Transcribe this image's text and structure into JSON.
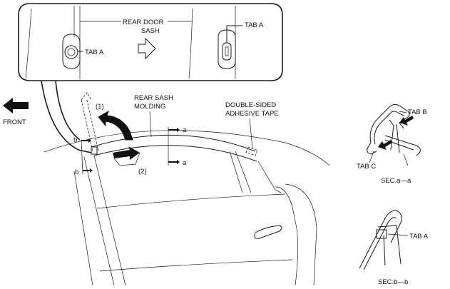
{
  "callout": {
    "rear_door_sash": [
      "REAR DOOR",
      "SASH"
    ],
    "tab_a_left": "TAB A",
    "tab_a_right": "TAB A"
  },
  "main": {
    "front": "FRONT",
    "rear_sash_molding": [
      "REAR SASH",
      "MOLDING"
    ],
    "double_sided_tape": [
      "DOUBLE-SIDED",
      "ADHESIVE TAPE"
    ],
    "step_1": "(1)",
    "step_2": "(2)",
    "section_a_top": "a",
    "section_a_bottom": "a",
    "section_b_top": "b",
    "section_b_bottom": "b"
  },
  "section_aa": {
    "tab_b": "TAB B",
    "tab_c": "TAB C",
    "caption": "SEC.a—a"
  },
  "section_bb": {
    "tab_a": "TAB A",
    "caption": "SEC.b—b"
  }
}
